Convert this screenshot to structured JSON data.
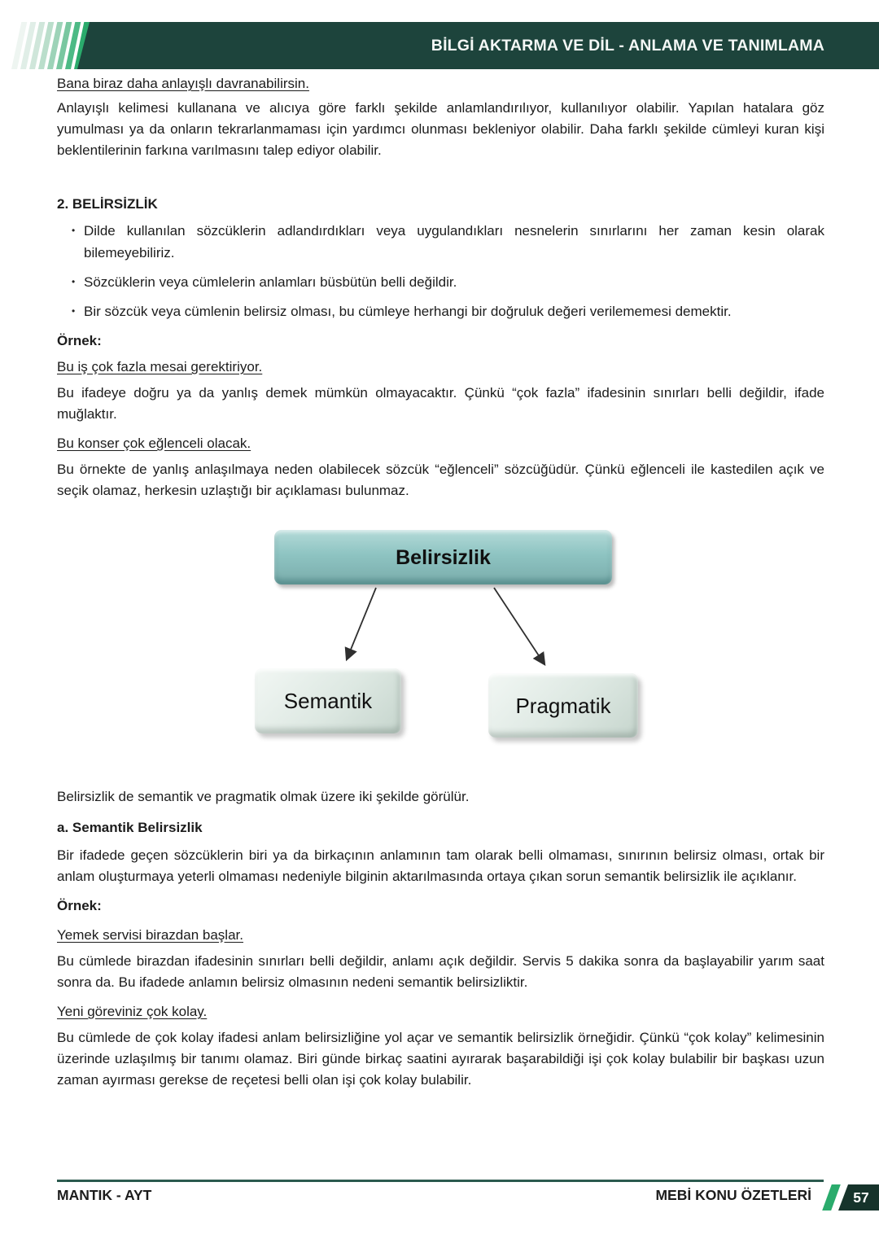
{
  "header": {
    "title": "BİLGİ AKTARMA VE DİL - ANLAMA VE TANIMLAMA"
  },
  "content": {
    "intro_heading": "Bana biraz daha anlayışlı davranabilirsin.",
    "intro_text": "Anlayışlı kelimesi kullanana ve alıcıya göre farklı şekilde anlamlandırılıyor, kullanılıyor olabilir. Yapılan hatalara göz yumulması ya da onların tekrarlanmaması için yardımcı olunması bekleniyor olabilir. Daha farklı şekilde cümleyi kuran kişi beklentilerinin farkına varılmasını talep ediyor olabilir.",
    "section2": {
      "heading": "2. BELİRSİZLİK",
      "bullets": [
        "Dilde kullanılan sözcüklerin adlandırdıkları veya uygulandıkları nesnelerin sınırlarını her zaman kesin olarak bilemeyebiliriz.",
        "Sözcüklerin veya cümlelerin anlamları büsbütün belli değildir.",
        "Bir sözcük veya cümlenin belirsiz olması, bu cümleye herhangi bir doğruluk değeri verilememesi demektir."
      ],
      "ornek_label": "Örnek:",
      "example1_heading": "Bu iş çok fazla mesai gerektiriyor.",
      "example1_text": "Bu ifadeye doğru ya da yanlış demek mümkün olmayacaktır. Çünkü “çok fazla” ifadesinin sınırları belli değildir, ifade muğlaktır.",
      "example2_heading": "Bu konser çok eğlenceli olacak.",
      "example2_text": "Bu örnekte de yanlış anlaşılmaya neden olabilecek sözcük “eğlenceli” sözcüğüdür. Çünkü eğlenceli ile kastedilen açık ve seçik olamaz, herkesin uzlaştığı bir açıklaması bulunmaz."
    },
    "diagram": {
      "root": "Belirsizlik",
      "children": [
        "Semantik",
        "Pragmatik"
      ]
    },
    "after_diagram": "Belirsizlik de semantik ve pragmatik olmak üzere iki şekilde görülür.",
    "sectionA": {
      "heading": "a. Semantik Belirsizlik",
      "text": "Bir ifadede geçen sözcüklerin biri ya da birkaçının anlamının tam olarak belli olmaması, sınırının belirsiz olması, ortak bir anlam oluşturmaya yeterli olmaması nedeniyle bilginin aktarılmasında ortaya çıkan sorun semantik belirsizlik ile açıklanır.",
      "ornek_label": "Örnek:",
      "example1_heading": "Yemek servisi birazdan başlar.",
      "example1_text": "Bu cümlede birazdan ifadesinin sınırları belli değildir, anlamı açık değildir. Servis 5 dakika sonra da başlayabilir yarım saat sonra da. Bu ifadede anlamın belirsiz olmasının nedeni semantik belirsizliktir.",
      "example2_heading": "Yeni göreviniz çok kolay.",
      "example2_text": "Bu cümlede de çok kolay ifadesi anlam belirsizliğine yol açar ve semantik belirsizlik örneğidir. Çünkü “çok kolay” kelimesinin üzerinde uzlaşılmış bir tanımı olamaz. Biri günde birkaç saatini ayırarak başarabildiği işi çok kolay bulabilir bir başkası uzun zaman ayırması gerekse de reçetesi belli olan işi çok kolay bulabilir."
    }
  },
  "footer": {
    "left": "MANTIK - AYT",
    "right": "MEBİ KONU ÖZETLERİ",
    "page_number": "57"
  },
  "colors": {
    "header_bar": "#1d443c",
    "accent_green": "#2aab6c",
    "root_node_fill": "#8ec4c2",
    "child_node_fill": "#dde8e2",
    "footer_badge": "#16332b",
    "text": "#1c1c1c"
  }
}
